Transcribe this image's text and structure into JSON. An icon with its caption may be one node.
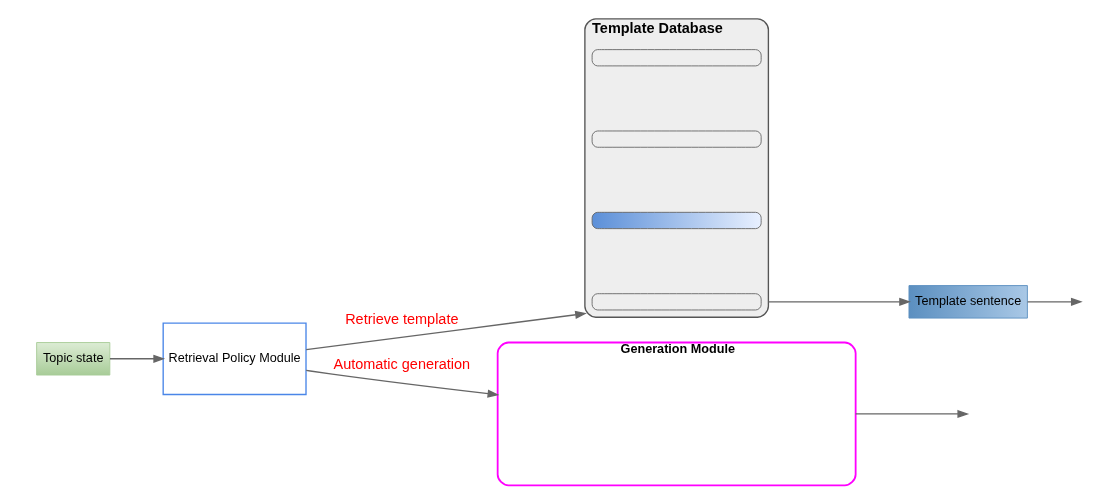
{
  "diagram": {
    "nodes": [
      {
        "text": [
          "Topic state"
        ]
      },
      {
        "text": [
          "Retrieval Policy Module"
        ]
      },
      {
        "text": [
          "Template Database"
        ]
      },
      {
        "text": [],
        "shape": "bar",
        "in": 2
      },
      {
        "text": [],
        "shape": "bar",
        "in": 2
      },
      {
        "text": [],
        "shape": "bar",
        "in": 2
      },
      {
        "text": [],
        "shape": "bar",
        "in": 2
      },
      {
        "text": [
          "Template sentence"
        ]
      },
      {
        "text": [
          "Generation Module"
        ]
      }
    ],
    "edges": [
      {
        "from": 0,
        "to": 1,
        "arrow": "to"
      },
      {
        "from": 1,
        "to": 2,
        "arrow": "to",
        "label": "Retrieve template"
      },
      {
        "from": 1,
        "to": 8,
        "arrow": "to",
        "label": "Automatic generation"
      },
      {
        "from": 2,
        "to": 7,
        "arrow": "to"
      },
      {
        "from": 7,
        "to": null,
        "arrow": "to"
      },
      {
        "from": 8,
        "to": null,
        "arrow": "to"
      }
    ]
  }
}
